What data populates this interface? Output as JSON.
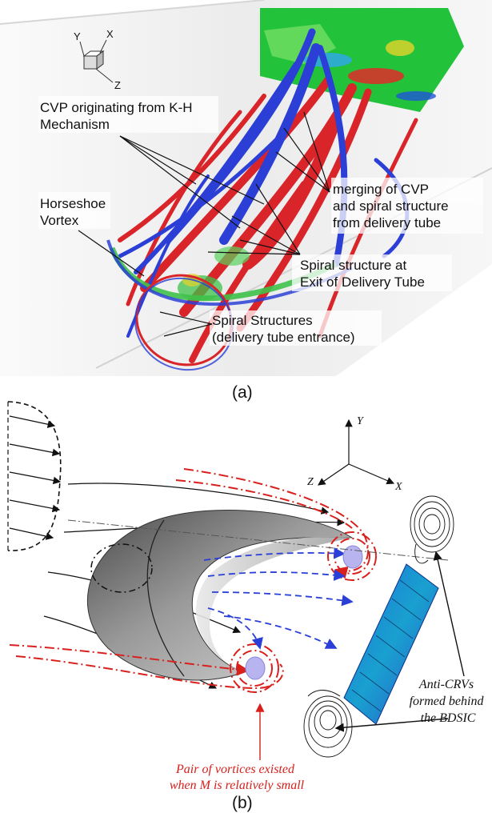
{
  "panel_a": {
    "axes": {
      "y": "Y",
      "x": "X",
      "z": "Z"
    },
    "labels": {
      "cvp_line1": "CVP originating from K-H",
      "cvp_line2": "Mechanism",
      "horseshoe_line1": "Horseshoe",
      "horseshoe_line2": "Vortex",
      "merging_line1": "merging of CVP",
      "merging_line2": "and spiral structure",
      "merging_line3": "from delivery tube",
      "spiral_exit_line1": "Spiral structure at",
      "spiral_exit_line2": "Exit of Delivery Tube",
      "spiral_entr_line1": "Spiral Structures",
      "spiral_entr_line2": "(delivery tube entrance)"
    },
    "caption": "(a)",
    "colors": {
      "red": "#d9252a",
      "blue": "#2b3fd6",
      "green": "#3fc24a",
      "plane": "#22c23a"
    }
  },
  "panel_b": {
    "axes": {
      "y": "Y",
      "x": "X",
      "z": "Z"
    },
    "labels": {
      "anti_line1": "Anti-CRVs",
      "anti_line2": "formed behind",
      "anti_line3": "the BDSIC",
      "pair_line1": "Pair of vortices existed",
      "pair_line2": "when M is relatively small"
    },
    "caption": "(b)",
    "colors": {
      "red": "#d8201c",
      "blue": "#2a3fd8",
      "body": "#7d7d7d"
    }
  }
}
